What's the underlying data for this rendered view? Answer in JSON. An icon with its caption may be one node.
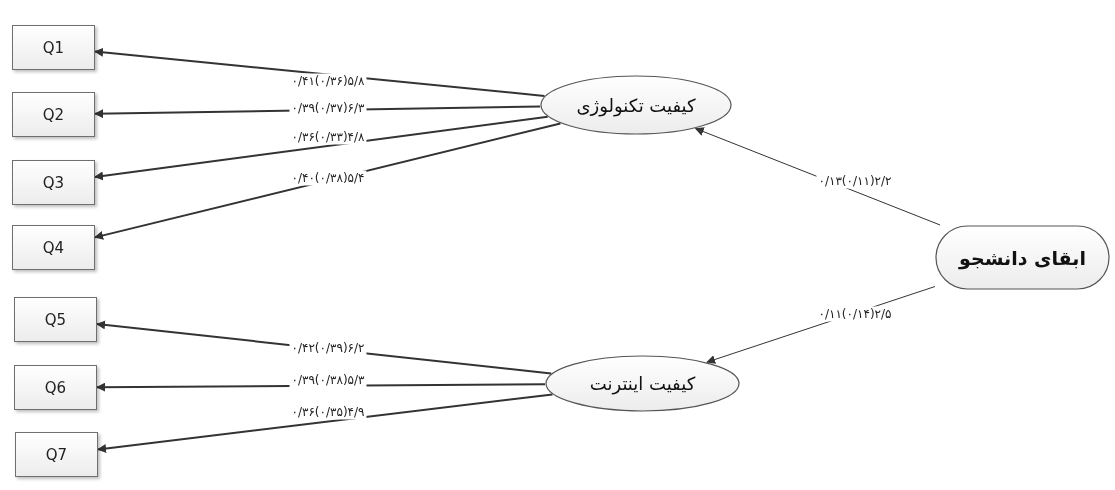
{
  "diagram": {
    "nodes": [
      {
        "text": [
          "Q1"
        ]
      },
      {
        "text": [
          "Q2"
        ]
      },
      {
        "text": [
          "Q3"
        ]
      },
      {
        "text": [
          "Q4"
        ]
      },
      {
        "text": [
          "Q5"
        ]
      },
      {
        "text": [
          "Q6"
        ]
      },
      {
        "text": [
          "Q7"
        ]
      },
      {
        "text": [
          "کیفیت تکنولوژی"
        ]
      },
      {
        "text": [
          "ابقای دانشجو"
        ]
      },
      {
        "text": [
          "کیفیت اینترنت"
        ]
      }
    ],
    "edges": [
      {
        "from": 7,
        "to": 0,
        "arrow": "to",
        "label": "۰/۴۱(۰/۳۶)۵/۸"
      },
      {
        "from": 7,
        "to": 1,
        "arrow": "to",
        "label": "۰/۳۹(۰/۳۷)۶/۳"
      },
      {
        "from": 7,
        "to": 2,
        "arrow": "to",
        "label": "۰/۳۶(۰/۳۳)۴/۸"
      },
      {
        "from": 7,
        "to": 3,
        "arrow": "to",
        "label": "۰/۴۰(۰/۳۸)۵/۴"
      },
      {
        "from": 9,
        "to": 4,
        "arrow": "to",
        "label": "۰/۴۲(۰/۳۹)۶/۲"
      },
      {
        "from": 9,
        "to": 5,
        "arrow": "to",
        "label": "۰/۳۹(۰/۳۸)۵/۳"
      },
      {
        "from": 9,
        "to": 6,
        "arrow": "to",
        "label": "۰/۳۶(۰/۳۵)۴/۹"
      },
      {
        "from": 8,
        "to": 7,
        "arrow": "to",
        "label": "۰/۱۳(۰/۱۱)۲/۲"
      },
      {
        "from": 8,
        "to": 9,
        "arrow": "to",
        "label": "۰/۱۱(۰/۱۴)۲/۵"
      }
    ]
  }
}
